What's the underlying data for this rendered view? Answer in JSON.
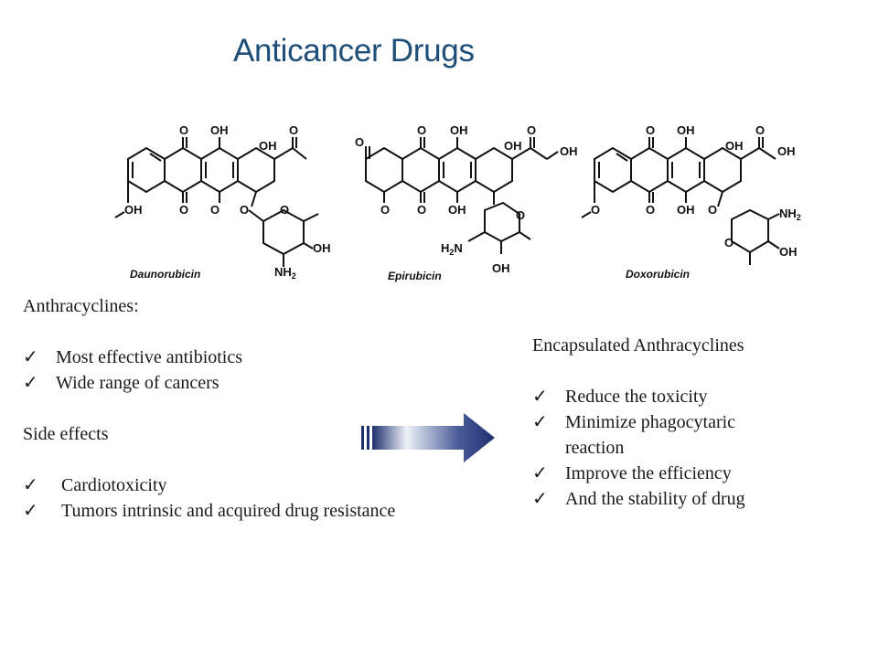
{
  "slide": {
    "title": "Anticancer Drugs"
  },
  "molecules": [
    {
      "name": "Daunorubicin",
      "labels": [
        "O",
        "OH",
        "O",
        "OH",
        "O",
        "O",
        "OH",
        "O",
        "O",
        "OH",
        "NH2"
      ]
    },
    {
      "name": "Epirubicin",
      "labels": [
        "O",
        "O",
        "OH",
        "O",
        "OH",
        "OH",
        "O",
        "O",
        "OH",
        "O",
        "H2N",
        "OH"
      ]
    },
    {
      "name": "Doxorubicin",
      "labels": [
        "O",
        "OH",
        "O",
        "OH",
        "OH",
        "O",
        "O",
        "OH",
        "O",
        "NH2",
        "O",
        "OH"
      ]
    }
  ],
  "left": {
    "heading": "Anthracyclines:",
    "benefits": [
      "Most effective  antibiotics",
      "Wide range of cancers"
    ],
    "side_heading": "Side effects",
    "side_effects": [
      "Cardiotoxicity",
      "Tumors intrinsic and acquired drug resistance"
    ]
  },
  "right": {
    "heading": "Encapsulated  Anthracyclines",
    "advantages": [
      "Reduce the toxicity",
      "Minimize phagocytaric reaction",
      "Improve the efficiency",
      "And the stability of drug"
    ]
  },
  "icons": {
    "check": "✓",
    "arrow": "right-arrow-icon"
  },
  "colors": {
    "title": "#1f4e79",
    "arrow_dark": "#1f2f6e",
    "arrow_light": "#ffffff"
  }
}
